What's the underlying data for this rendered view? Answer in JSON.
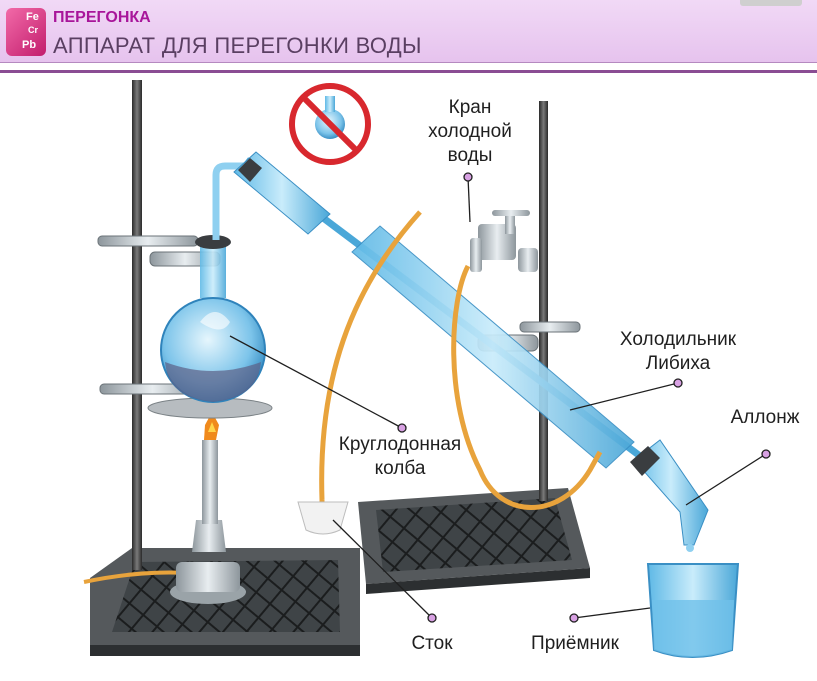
{
  "header": {
    "topic": "ПЕРЕГОНКА",
    "title": "АППАРАТ ДЛЯ ПЕРЕГОНКИ ВОДЫ",
    "logo_letters": [
      "Fe",
      "Cr",
      "Pb"
    ]
  },
  "labels": {
    "tap_line1": "Кран",
    "tap_line2": "холодной",
    "tap_line3": "воды",
    "condenser_line1": "Холодильник",
    "condenser_line2": "Либиха",
    "allonge": "Аллонж",
    "flask_line1": "Круглодонная",
    "flask_line2": "колба",
    "drain": "Сток",
    "receiver": "Приёмник"
  },
  "colors": {
    "accent": "#a8159a",
    "header_bg": "#e6c3ee",
    "pointer": "#c07ed0",
    "tube": "#e8a33c",
    "glass": "#8fd0f0"
  }
}
